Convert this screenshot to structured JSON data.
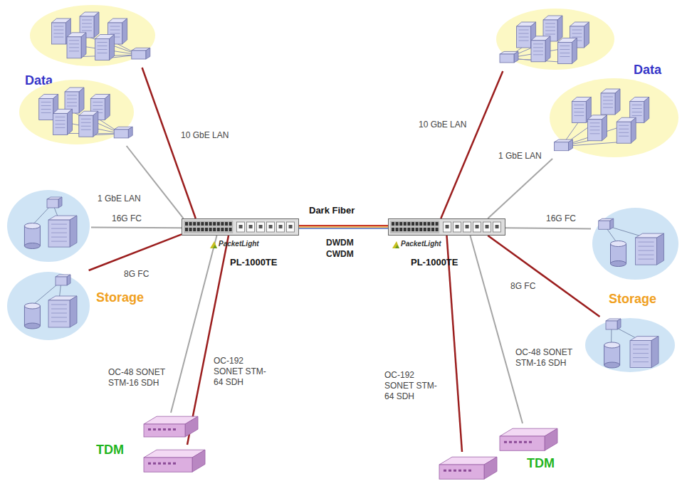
{
  "diagram": {
    "nodes": [
      {
        "text": [
          "PacketLight",
          "PL-1000TE"
        ]
      },
      {
        "text": [
          "PacketLight",
          "PL-1000TE"
        ]
      },
      {
        "text": [
          "Data"
        ]
      },
      {
        "text": []
      },
      {
        "text": []
      },
      {
        "text": [
          "Storage"
        ]
      },
      {
        "text": [
          "TDM"
        ]
      },
      {
        "text": []
      },
      {
        "text": [
          "Data"
        ]
      },
      {
        "text": []
      },
      {
        "text": []
      },
      {
        "text": [
          "Storage"
        ]
      },
      {
        "text": []
      },
      {
        "text": [
          "TDM"
        ]
      }
    ],
    "edges": [
      {
        "from": 0,
        "to": 1,
        "label": "Dark Fiber",
        "arrow": "none"
      },
      {
        "from": 0,
        "to": 2,
        "label": "10 GbE LAN",
        "arrow": "none"
      },
      {
        "from": 0,
        "to": 3,
        "label": "1 GbE LAN",
        "arrow": "none"
      },
      {
        "from": 0,
        "to": 4,
        "label": "16G FC",
        "arrow": "none"
      },
      {
        "from": 0,
        "to": 5,
        "label": "8G FC",
        "arrow": "none"
      },
      {
        "from": 0,
        "to": 6,
        "label": "OC-48 SONET STM-16 SDH",
        "arrow": "none"
      },
      {
        "from": 0,
        "to": 7,
        "label": "OC-192 SONET STM-64 SDH",
        "arrow": "none"
      },
      {
        "from": 1,
        "to": 8,
        "label": "10 GbE LAN",
        "arrow": "none"
      },
      {
        "from": 1,
        "to": 9,
        "label": "1 GbE LAN",
        "arrow": "none"
      },
      {
        "from": 1,
        "to": 10,
        "label": "16G FC",
        "arrow": "none"
      },
      {
        "from": 1,
        "to": 11,
        "label": "8G FC",
        "arrow": "none"
      },
      {
        "from": 1,
        "to": 12,
        "label": "OC-192 SONET STM-64 SDH",
        "arrow": "none"
      },
      {
        "from": 1,
        "to": 13,
        "label": "OC-48 SONET STM-16 SDH",
        "arrow": "none"
      }
    ],
    "labels": [
      "DWDM",
      "CWDM"
    ]
  }
}
